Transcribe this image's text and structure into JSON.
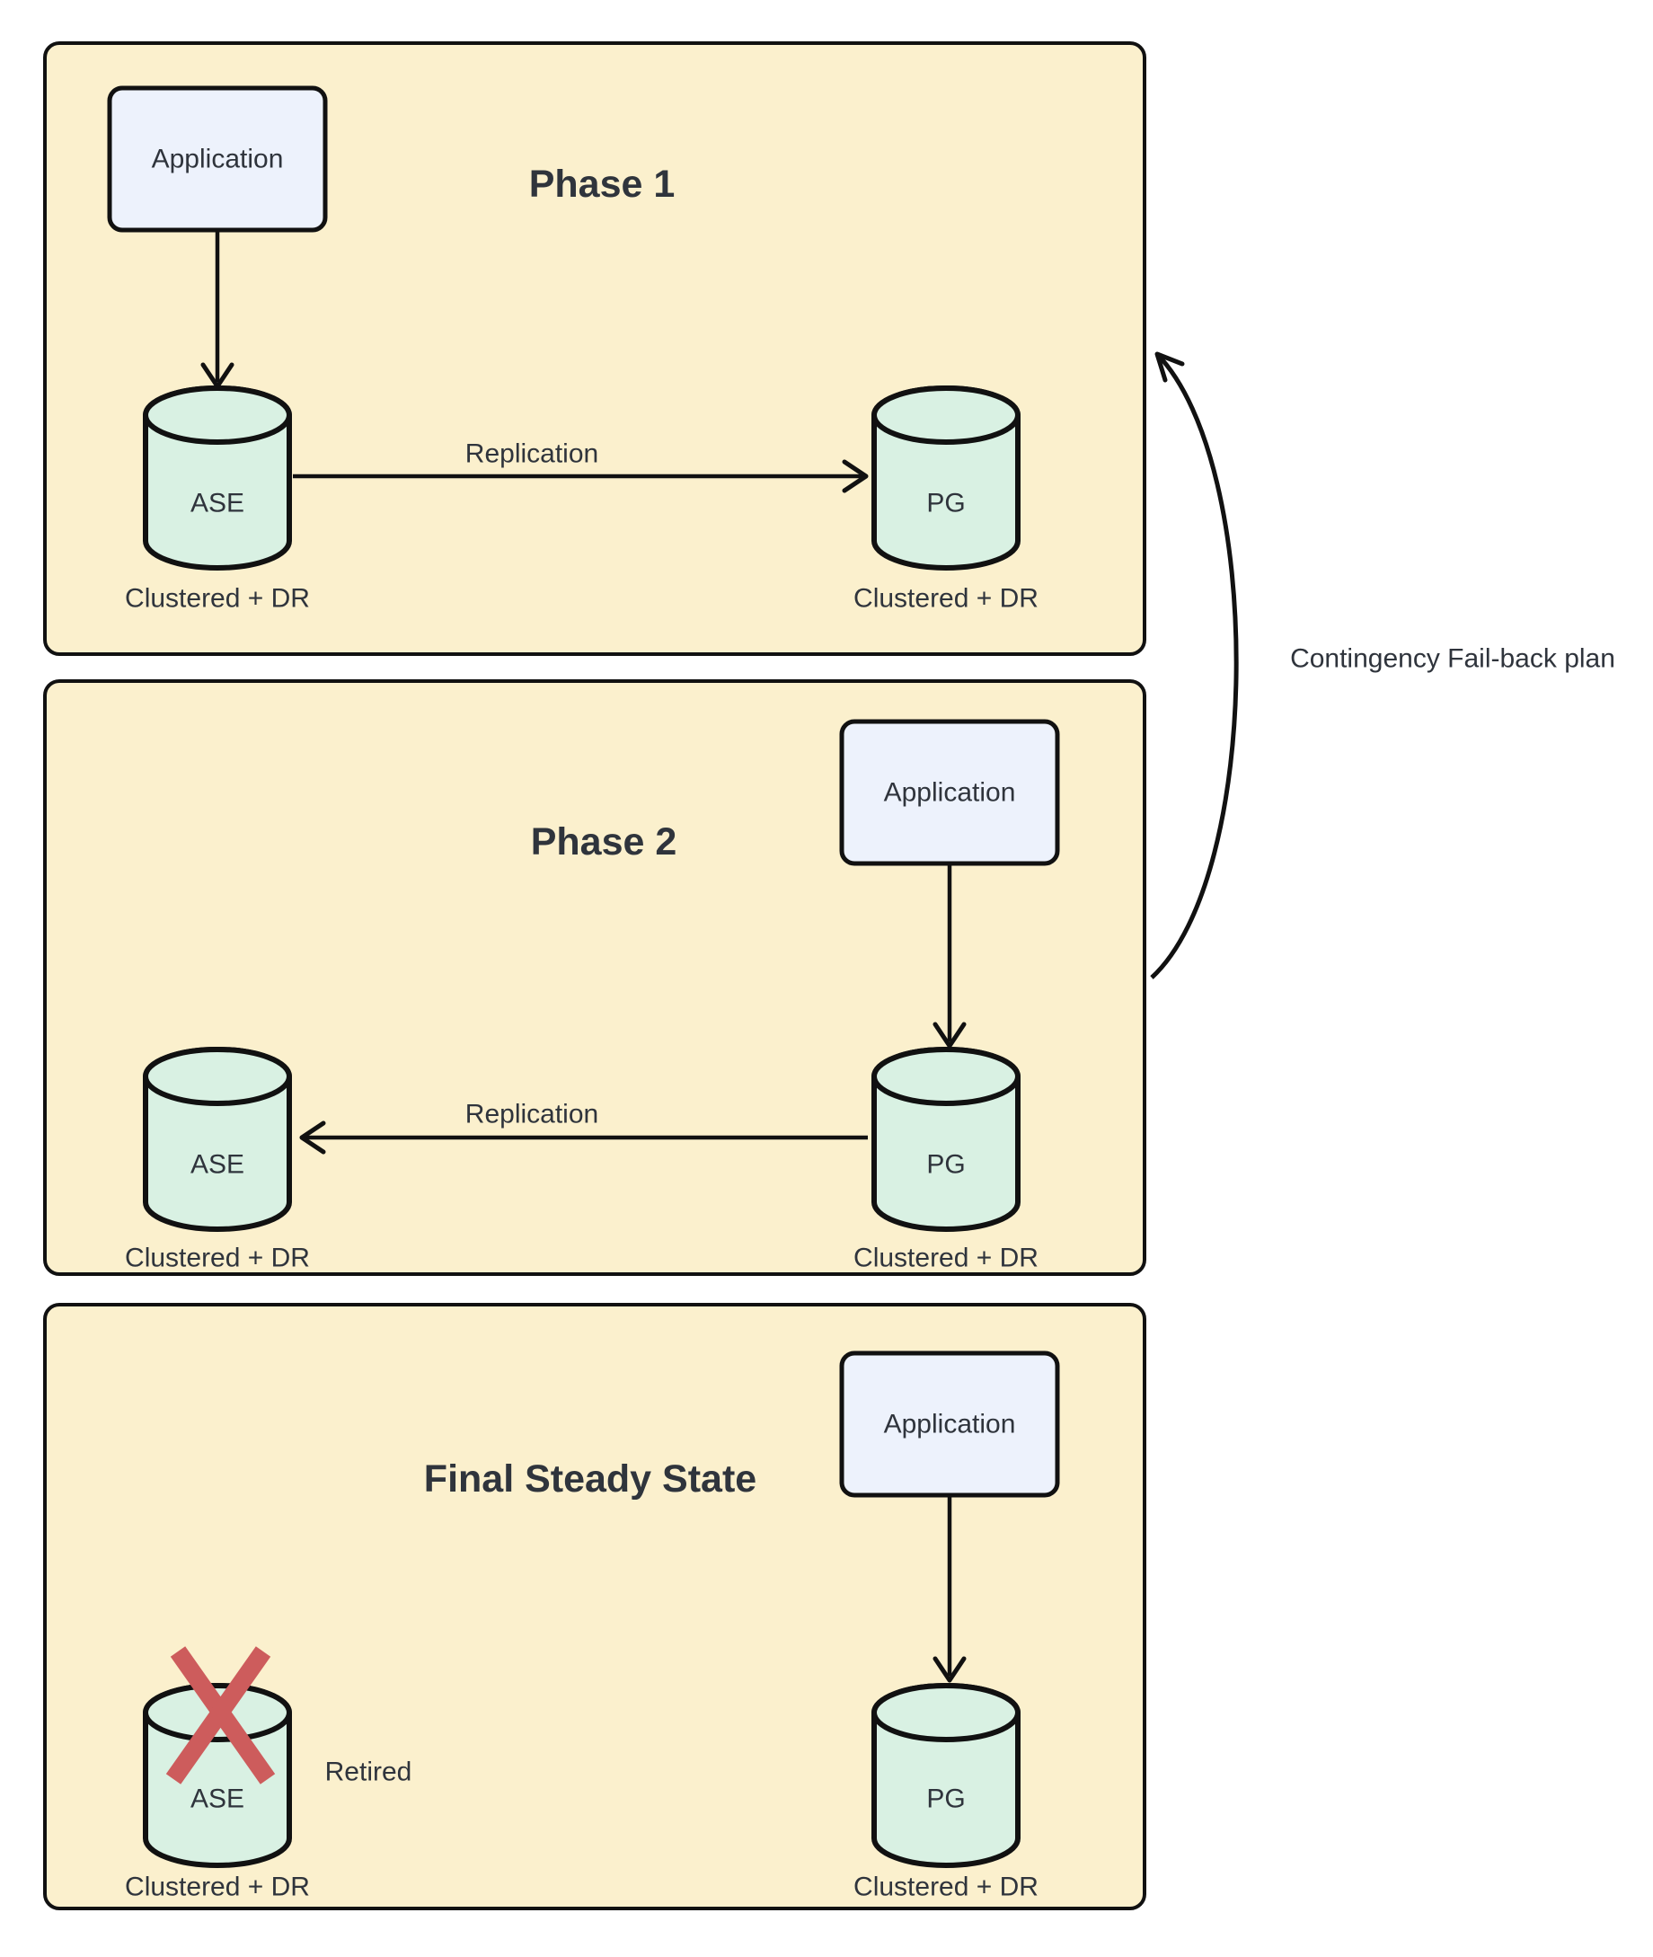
{
  "phases": [
    {
      "title": "Phase 1",
      "application": "Application",
      "replication": "Replication",
      "left_db": {
        "name": "ASE",
        "caption": "Clustered + DR"
      },
      "right_db": {
        "name": "PG",
        "caption": "Clustered + DR"
      }
    },
    {
      "title": "Phase 2",
      "application": "Application",
      "replication": "Replication",
      "left_db": {
        "name": "ASE",
        "caption": "Clustered + DR"
      },
      "right_db": {
        "name": "PG",
        "caption": "Clustered + DR"
      }
    },
    {
      "title": "Final Steady State",
      "application": "Application",
      "left_db": {
        "name": "ASE",
        "caption": "Clustered + DR",
        "status": "Retired"
      },
      "right_db": {
        "name": "PG",
        "caption": "Clustered + DR"
      }
    }
  ],
  "annotations": {
    "contingency": "Contingency Fail-back plan"
  },
  "colors": {
    "panel_fill": "#fbf0cd",
    "app_fill": "#edf2fc",
    "db_fill": "#d9f1e3",
    "retired_x": "#cd5c5c",
    "stroke": "#111111",
    "text": "#2f343c"
  }
}
